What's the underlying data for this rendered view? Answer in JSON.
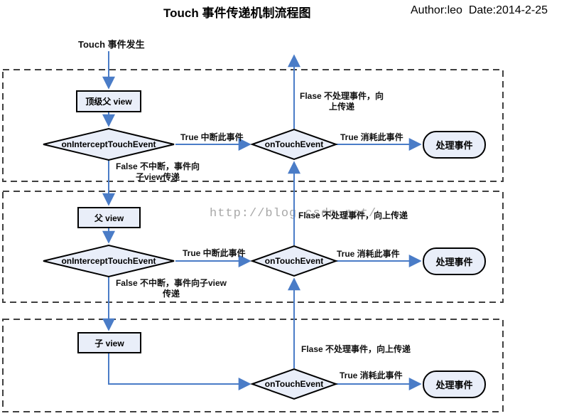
{
  "header": {
    "title": "Touch 事件传递机制流程图",
    "author_date": "Author:leo  Date:2014-2-25"
  },
  "watermark": "http://blog.csdn.net/",
  "flow": {
    "start_label": "Touch 事件发生",
    "nodes": {
      "top_parent_view": "顶级父 view",
      "parent_view": "父 view",
      "child_view": "子 view",
      "intercept_top": "onInterceptTouchEvent",
      "intercept_parent": "onInterceptTouchEvent",
      "ontouch_top": "onTouchEvent",
      "ontouch_parent": "onTouchEvent",
      "ontouch_child": "onTouchEvent",
      "handle_top": "处理事件",
      "handle_parent": "处理事件",
      "handle_child": "处理事件"
    },
    "labels": {
      "true_intercept_top": "True  中断此事件",
      "true_intercept_parent": "True  中断此事件",
      "true_consume_top": "True  消耗此事件",
      "true_consume_parent": "True  消耗此事件",
      "true_consume_child": "True  消耗此事件",
      "flase_up_top": "Flase  不处理事件，向\n上传递",
      "flase_up_parent": "Flase  不处理事件，向上传递",
      "flase_up_child": "Flase  不处理事件，向上传递",
      "false_pass_top": "False  不中断，事件向\n子view传递",
      "false_pass_parent": "False  不中断，事件向子view\n传递"
    }
  },
  "colors": {
    "arrow": "#4a7cc7",
    "node_fill": "#e9eef9",
    "node_border": "#000000",
    "section_border": "#3f3f3f",
    "watermark": "#a8a8a8"
  }
}
